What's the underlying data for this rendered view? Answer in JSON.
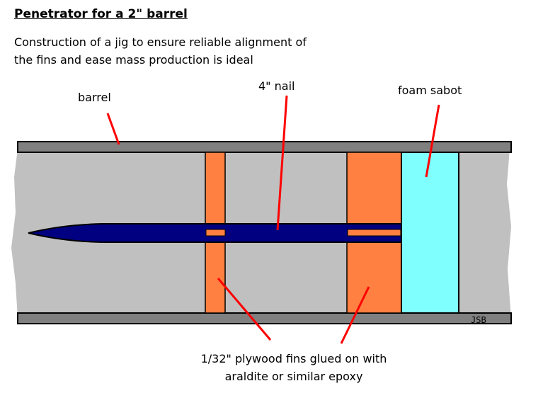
{
  "title": "Penetrator for a 2\" barrel",
  "subtitle_line1": "Construction of a jig to ensure reliable alignment of",
  "subtitle_line2": "the fins and ease mass production is ideal",
  "labels": {
    "barrel": "barrel",
    "nail": "4\" nail",
    "sabot": "foam sabot",
    "fins_line1": "1/32\" plywood fins glued on with",
    "fins_line2": "araldite or similar epoxy"
  },
  "signature": "JSB",
  "colors": {
    "barrel_wall": "#808080",
    "bore": "#c0c0c0",
    "fin": "#ff8040",
    "nail": "#000080",
    "sabot": "#80ffff",
    "leader": "#ff0000"
  }
}
